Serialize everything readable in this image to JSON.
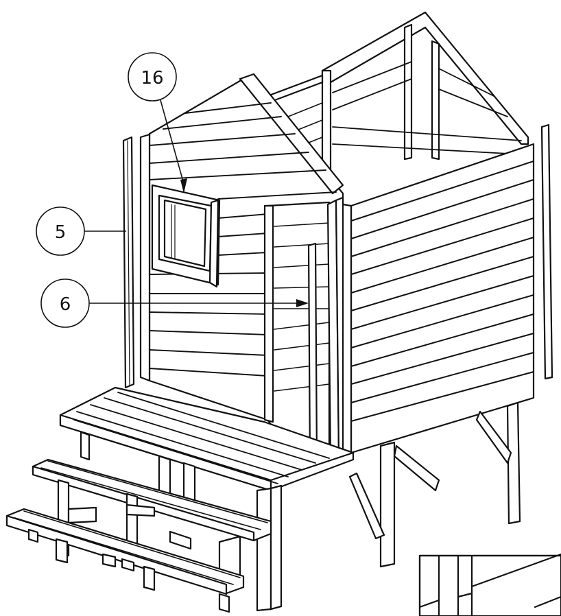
{
  "callouts": [
    {
      "id": "callout-16",
      "label": "16"
    },
    {
      "id": "callout-5",
      "label": "5"
    },
    {
      "id": "callout-6",
      "label": "6"
    }
  ],
  "colors": {
    "ink": "#111111",
    "paper": "#ffffff"
  }
}
